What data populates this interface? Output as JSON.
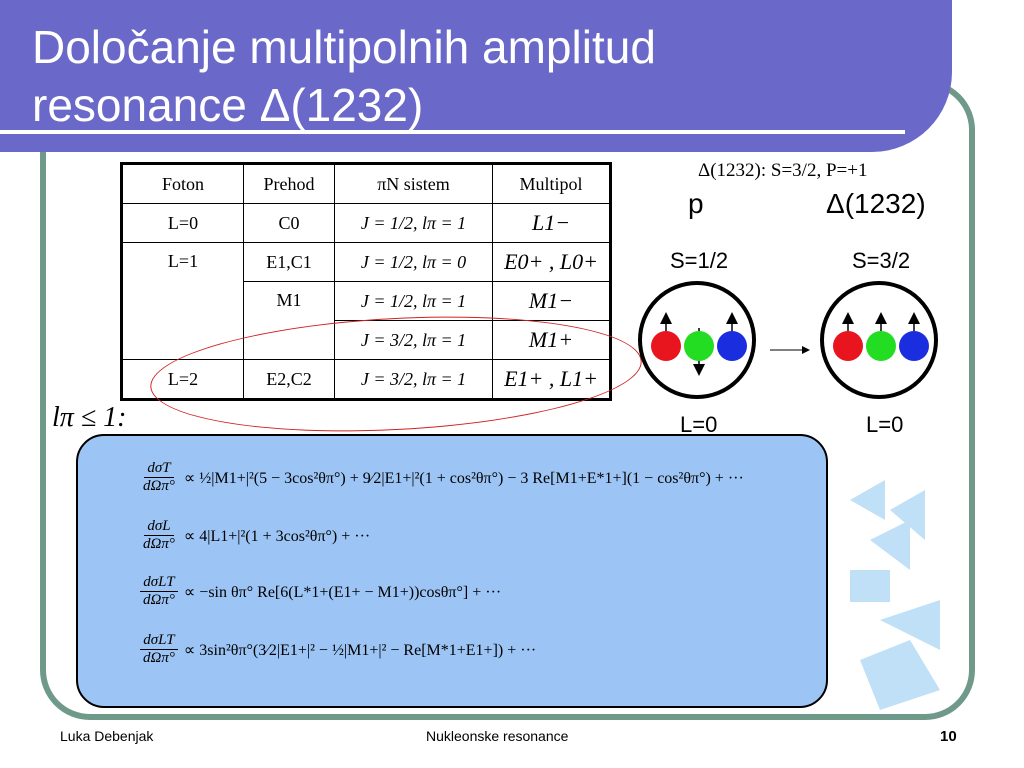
{
  "slide": {
    "title_line1": "Določanje multipolnih amplitud",
    "title_line2": "resonance Δ(1232)"
  },
  "table": {
    "headers": [
      "Foton",
      "Prehod",
      "πN sistem",
      "Multipol"
    ],
    "rows": [
      {
        "foton": "L=0",
        "prehod": "C0",
        "system": "J = 1/2, lπ = 1",
        "multipol": "L1−"
      },
      {
        "foton": "L=1",
        "prehod": "E1,C1",
        "system": "J = 1/2, lπ = 0",
        "multipol": "E0+ , L0+"
      },
      {
        "foton": "",
        "prehod": "M1",
        "system": "J = 1/2, lπ = 1",
        "multipol": "M1−"
      },
      {
        "foton": "",
        "prehod": "",
        "system": "J = 3/2, lπ = 1",
        "multipol": "M1+"
      },
      {
        "foton": "L=2",
        "prehod": "E2,C2",
        "system": "J = 3/2, lπ = 1",
        "multipol": "E1+ , L1+"
      }
    ]
  },
  "diagram": {
    "header": "Δ(1232): S=3/2, P=+1",
    "left_particle": "p",
    "right_particle": "Δ(1232)",
    "left_spin": "S=1/2",
    "right_spin": "S=3/2",
    "left_orbital": "L=0",
    "right_orbital": "L=0",
    "quark_colors": [
      "#e8141e",
      "#22dd22",
      "#1a2ee0"
    ]
  },
  "condition": "lπ ≤ 1:",
  "equations": [
    {
      "num": "dσT",
      "den": "dΩπ°",
      "rhs": "∝ ½|M1+|²(5 − 3cos²θπ°) + 9⁄2|E1+|²(1 + cos²θπ°) − 3 Re[M1+E*1+](1 − cos²θπ°) + ···"
    },
    {
      "num": "dσL",
      "den": "dΩπ°",
      "rhs": "∝ 4|L1+|²(1 + 3cos²θπ°) + ···"
    },
    {
      "num": "dσLT",
      "den": "dΩπ°",
      "rhs": "∝ −sin θπ° Re[6(L*1+(E1+ − M1+))cosθπ°] + ···"
    },
    {
      "num": "dσLT",
      "den": "dΩπ°",
      "rhs": "∝ 3sin²θπ°(3⁄2|E1+|² − ½|M1+|² − Re[M*1+E1+]) + ···"
    }
  ],
  "footer": {
    "author": "Luka Debenjak",
    "course": "Nukleonske resonance",
    "page": "10"
  },
  "colors": {
    "title_bg": "#6a68c8",
    "frame": "#6f9a8a",
    "eq_box": "#9cc4f4",
    "ellipse": "#d22222",
    "deco": "#bfe0f7"
  }
}
